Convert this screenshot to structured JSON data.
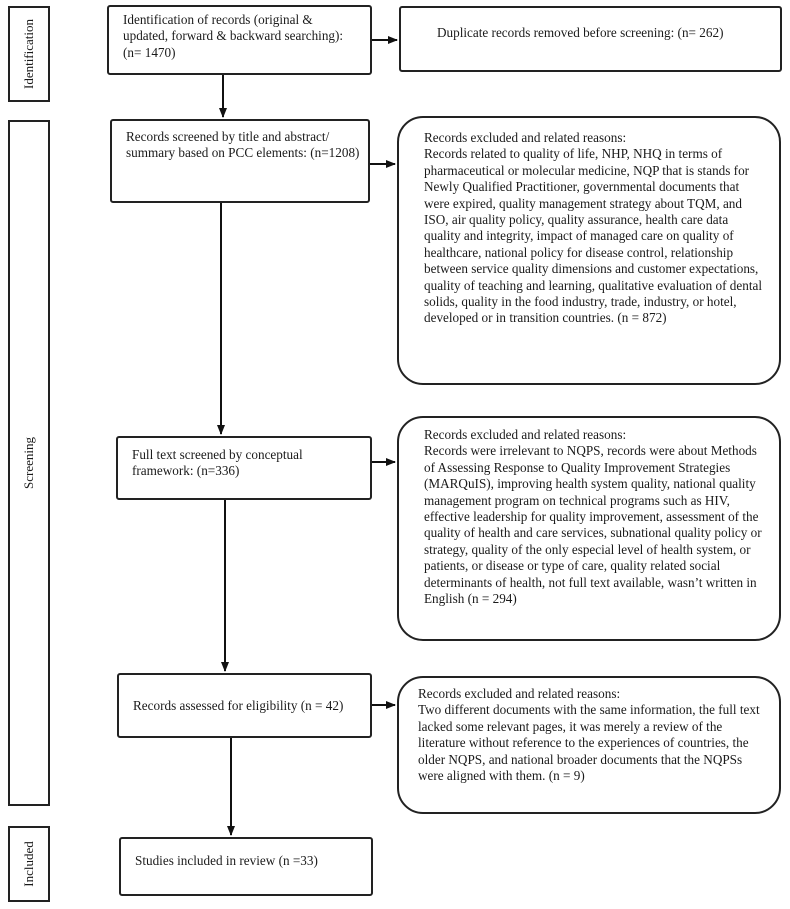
{
  "stages": {
    "identification": "Identification",
    "screening": "Screening",
    "included": "Included"
  },
  "boxes": {
    "identified": "Identification of records (original & updated, forward & backward searching): (n= 1470)",
    "duplicates": "Duplicate records removed before screening: (n= 262)",
    "screened": "Records screened by title and abstract/ summary based on PCC elements: (n=1208)",
    "excluded1_title": "Records excluded and related reasons:",
    "excluded1_body": "Records related to quality of life, NHP, NHQ in terms of pharmaceutical or molecular medicine, NQP that is stands for Newly Qualified Practitioner, governmental documents that were expired, quality management strategy about TQM, and ISO, air quality policy, quality assurance, health care data quality and integrity, impact of managed care on quality of healthcare, national policy for disease control, relationship between service quality dimensions and customer expectations, quality of teaching and learning, qualitative evaluation of dental solids, quality in the food industry, trade, industry, or hotel, developed or in transition countries. (n = 872)",
    "fulltext": "Full text screened by conceptual framework: (n=336)",
    "excluded2_title": "Records excluded and related reasons:",
    "excluded2_body": "Records were irrelevant to NQPS, records were about Methods of Assessing Response to Quality Improvement Strategies (MARQuIS), improving health system quality, national quality management program on technical programs such as HIV, effective leadership for quality improvement, assessment of the quality of health and care services, subnational quality policy or strategy, quality of the only especial level of health system, or patients, or disease or type of care, quality related social determinants of health, not full text available, wasn’t written in English  (n = 294)",
    "eligibility": "Records assessed for eligibility (n = 42)",
    "excluded3_title": "Records excluded and related reasons:",
    "excluded3_body": "Two different documents with the same information, the full text lacked some relevant pages, it was merely a review of the literature without reference to the experiences of countries, the older NQPS, and national broader documents that the NQPSs were aligned with them. (n = 9)",
    "included": "Studies included in review (n =33)"
  }
}
